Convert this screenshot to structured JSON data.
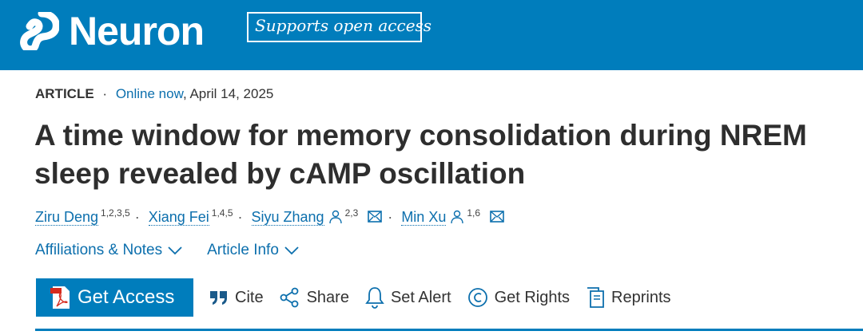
{
  "header": {
    "brand": "Neuron",
    "badge": "Supports open access",
    "bg_color": "#007dbc"
  },
  "meta": {
    "type": "ARTICLE",
    "separator": "·",
    "status": "Online now",
    "date": ", April 14, 2025"
  },
  "title": "A time window for memory consolidation during NREM sleep revealed by cAMP oscillation",
  "authors": [
    {
      "name": "Ziru Deng",
      "aff": "1,2,3,5"
    },
    {
      "name": "Xiang Fei",
      "aff": "1,4,5"
    },
    {
      "name": "Siyu Zhang",
      "aff": "2,3"
    },
    {
      "name": "Min Xu",
      "aff": "1,6"
    }
  ],
  "toggles": {
    "affiliations": "Affiliations & Notes",
    "article_info": "Article Info"
  },
  "actions": {
    "get_access": "Get Access",
    "cite": "Cite",
    "share": "Share",
    "alert": "Set Alert",
    "rights": "Get Rights",
    "reprints": "Reprints"
  }
}
